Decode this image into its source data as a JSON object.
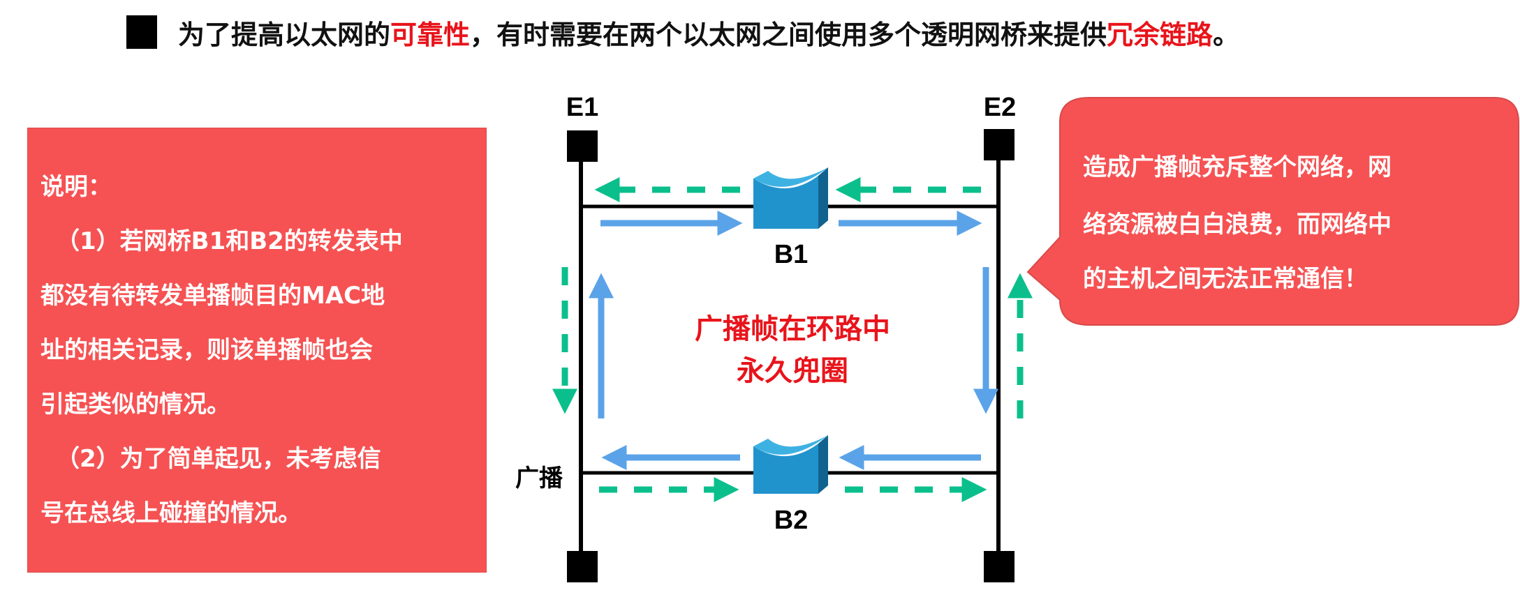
{
  "title": {
    "icon": "black-square-bullet",
    "part1": "为了提高以太网的",
    "highlight1": "可靠性",
    "part2": "，有时需要在两个以太网之间使用多个透明网桥来提供",
    "highlight2": "冗余链路",
    "part3": "。"
  },
  "note": {
    "lines": [
      "说明：",
      "（1）若网桥B1和B2的转发表中",
      "都没有待转发单播帧目的MAC地",
      "址的相关记录，则该单播帧也会",
      "引起类似的情况。",
      "（2）为了简单起见，未考虑信",
      "号在总线上碰撞的情况。"
    ]
  },
  "diagram": {
    "e1": "E1",
    "e2": "E2",
    "b1": "B1",
    "b2": "B2",
    "broadcast": "广播",
    "center_line1": "广播帧在环路中",
    "center_line2": "永久兜圈"
  },
  "bubble": {
    "lines": [
      "造成广播帧充斥整个网络，网",
      "络资源被白白浪费，而网络中",
      "的主机之间无法正常通信！"
    ]
  },
  "colors": {
    "accent_red": "#e8141b",
    "box_red": "#f65253",
    "arrow_blue": "#5ba3e8",
    "arrow_green": "#0bbf8c",
    "bridge_blue": "#2193cc"
  }
}
